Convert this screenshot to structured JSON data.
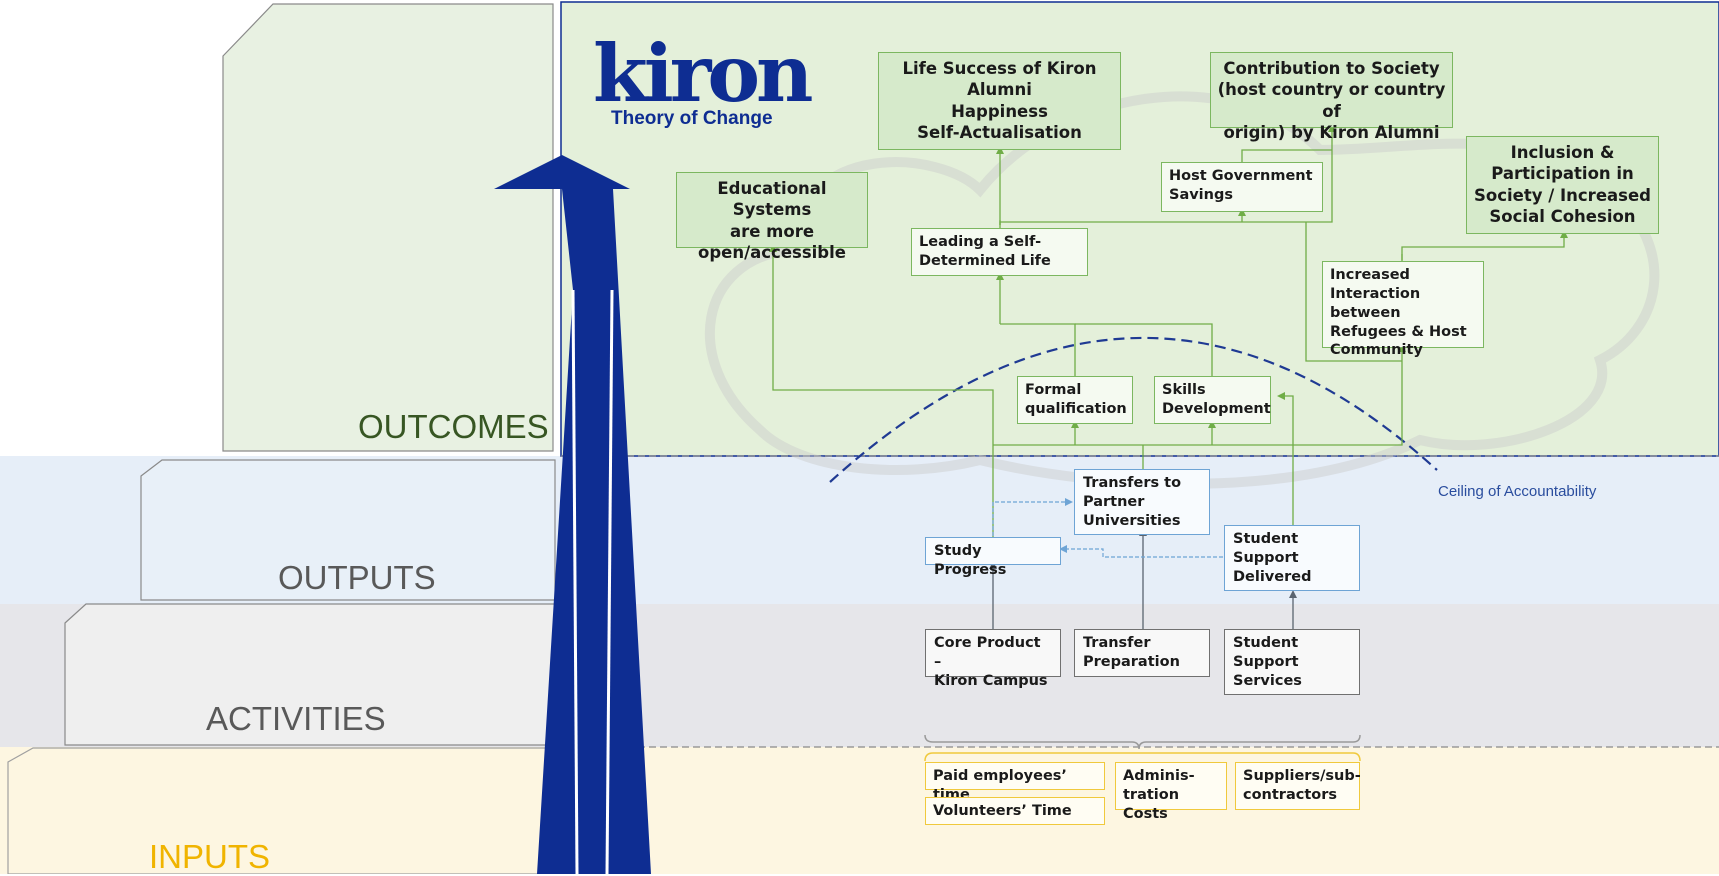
{
  "logo": {
    "wordmark": "kiron",
    "subtitle": "Theory of Change"
  },
  "steps": {
    "outcomes": "OUTCOMES",
    "outputs": "OUTPUTS",
    "activities": "ACTIVITIES",
    "inputs": "INPUTS"
  },
  "outcomes": {
    "life_success": "Life Success of Kiron Alumni\nHappiness\nSelf-Actualisation",
    "contribution": "Contribution to Society\n(host country or country of\norigin) by Kiron Alumni",
    "educational_systems": "Educational Systems\nare more\nopen/accessible",
    "inclusion": "Inclusion &\nParticipation in\nSociety / Increased\nSocial Cohesion",
    "host_government": "Host Government\nSavings",
    "self_determined": "Leading a Self-\nDetermined Life",
    "interaction": "Increased\nInteraction between\nRefugees & Host\nCommunity",
    "formal_qualification": "Formal\nqualification",
    "skills_development": "Skills\nDevelopment"
  },
  "outputs": {
    "transfers": "Transfers to\nPartner\nUniversities",
    "study_progress": "Study Progress",
    "student_support": "Student\nSupport\nDelivered"
  },
  "activities": {
    "core_product": "Core Product –\nKiron Campus",
    "transfer_prep": "Transfer\nPreparation",
    "student_services": "Student\nSupport\nServices"
  },
  "inputs": {
    "paid_time": "Paid employees’ time",
    "volunteers": "Volunteers’ Time",
    "admin_costs": "Adminis-\ntration Costs",
    "suppliers": "Suppliers/sub-\ncontractors"
  },
  "ceiling_label": "Ceiling of Accountability",
  "colors": {
    "brand_blue": "#0e2d92",
    "outcomes_band": "#e4f0da",
    "outputs_band": "#e6eef8",
    "activities_band": "#e6e6ea",
    "inputs_band": "#fdf6e1",
    "outcomes_text": "#375623",
    "outputs_text": "#595959",
    "inputs_text": "#f0b400",
    "arrow_green": "#70ad47",
    "ceiling_blue": "#1f3a93"
  }
}
